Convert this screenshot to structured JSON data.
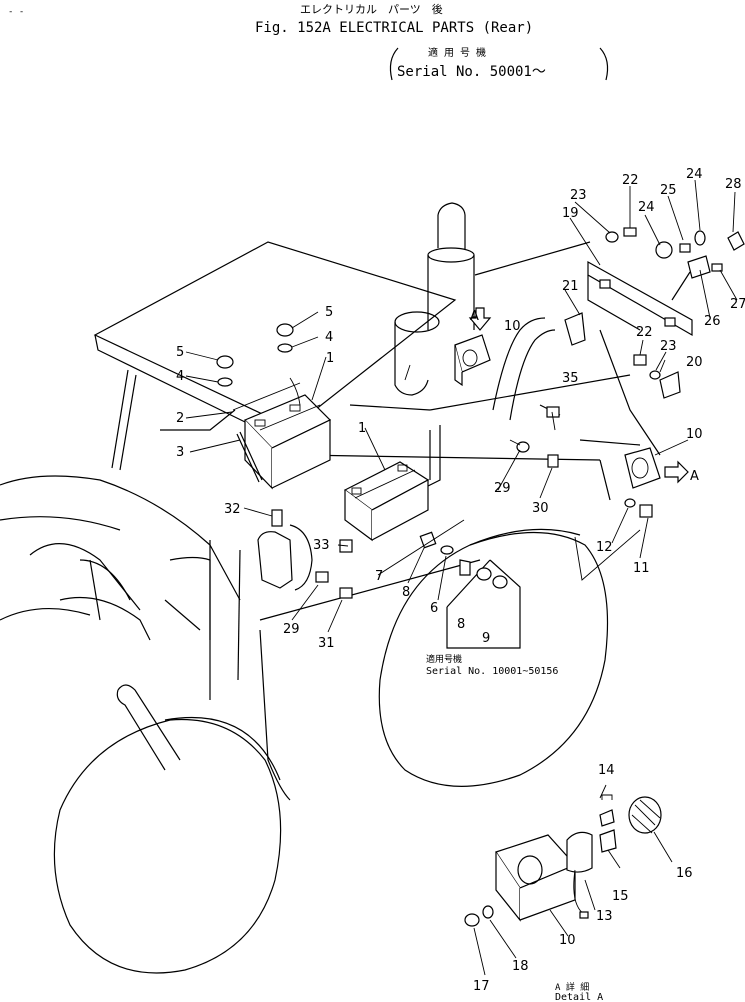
{
  "header": {
    "title_jp": "エレクトリカル　パーツ　後",
    "title": "Fig. 152A ELECTRICAL PARTS (Rear)",
    "serial_jp": "適 用 号 機",
    "serial": "Serial No. 50001～",
    "dash_mark": "- -"
  },
  "view_marker": "A",
  "inset": {
    "serial_jp": "適用号機",
    "serial": "Serial No. 10001~50156"
  },
  "detail": {
    "jp": "A 詳 細",
    "label": "Detail A"
  },
  "callouts": [
    "1",
    "1",
    "2",
    "3",
    "4",
    "4",
    "5",
    "5",
    "6",
    "7",
    "8",
    "8",
    "9",
    "10",
    "10",
    "10",
    "11",
    "12",
    "13",
    "14",
    "15",
    "16",
    "17",
    "18",
    "19",
    "20",
    "21",
    "22",
    "22",
    "23",
    "23",
    "24",
    "24",
    "25",
    "26",
    "27",
    "28",
    "29",
    "29",
    "30",
    "31",
    "32",
    "33",
    "35"
  ]
}
